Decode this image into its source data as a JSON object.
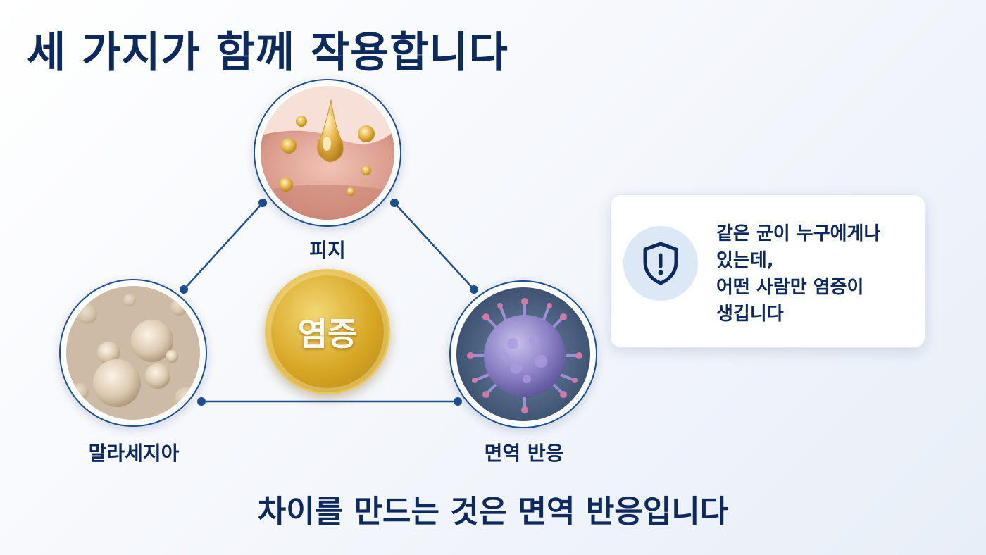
{
  "title": "세 가지가 함께 작용합니다",
  "nodes": {
    "sebum": {
      "label": "피지"
    },
    "malassezia": {
      "label": "말라세지아"
    },
    "immune": {
      "label": "면역 반응"
    }
  },
  "center": {
    "label": "염증"
  },
  "info_card": {
    "icon": "shield-alert-icon",
    "lines": [
      "같은 균이 누구에게나",
      "있는데,",
      "어떤 사람만 염증이",
      "생깁니다"
    ]
  },
  "bottom_text": "차이를 만드는 것은 면역 반응입니다",
  "colors": {
    "navy": "#0d2a5e",
    "line_blue": "#1c4f91",
    "gold": "#d6a623",
    "icon_bg": "#dde8f7"
  }
}
